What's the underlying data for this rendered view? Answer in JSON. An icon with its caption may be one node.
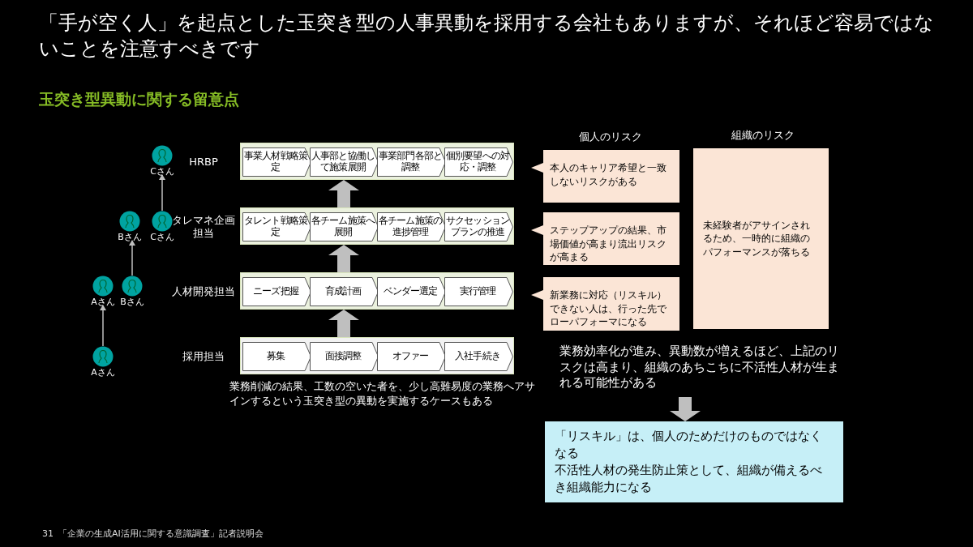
{
  "diagram": {
    "title": "「手が空く人」を起点とした玉突き型の人事異動を採用する会社もありますが、それほど容易ではないことを注意すべきです",
    "nodes": [
      {
        "text": [
          "Cさん"
        ]
      },
      {
        "text": [
          "Bさん"
        ]
      },
      {
        "text": [
          "Cさん"
        ]
      },
      {
        "text": [
          "Aさん"
        ]
      },
      {
        "text": [
          "Bさん"
        ]
      },
      {
        "text": [
          "Aさん"
        ]
      },
      {
        "text": [
          "HRBP"
        ]
      },
      {
        "text": [
          "事業人材戦略策定"
        ],
        "in": 6
      },
      {
        "text": [
          "人事部と協働して施策展開"
        ],
        "in": 6
      },
      {
        "text": [
          "事業部門各部と調整"
        ],
        "in": 6
      },
      {
        "text": [
          "個別要望への対応・調整"
        ],
        "in": 6
      },
      {
        "text": [
          "タレマネ企画担当"
        ]
      },
      {
        "text": [
          "タレント戦略策定"
        ],
        "in": 11
      },
      {
        "text": [
          "各チーム施策へ展開"
        ],
        "in": 11
      },
      {
        "text": [
          "各チーム施策の進捗管理"
        ],
        "in": 11
      },
      {
        "text": [
          "サクセッションプランの推進"
        ],
        "in": 11
      },
      {
        "text": [
          "人材開発担当"
        ]
      },
      {
        "text": [
          "ニーズ把握"
        ],
        "in": 16
      },
      {
        "text": [
          "育成計画"
        ],
        "in": 16
      },
      {
        "text": [
          "ベンダー選定"
        ],
        "in": 16
      },
      {
        "text": [
          "実行管理"
        ],
        "in": 16
      },
      {
        "text": [
          "採用担当"
        ]
      },
      {
        "text": [
          "募集"
        ],
        "in": 21
      },
      {
        "text": [
          "面接調整"
        ],
        "in": 21
      },
      {
        "text": [
          "オファー"
        ],
        "in": 21
      },
      {
        "text": [
          "入社手続き"
        ],
        "in": 21
      },
      {
        "text": [
          "本人のキャリア希望と一致しないリスクがある"
        ]
      },
      {
        "text": [
          "ステップアップの結果、市場価値が高まり流出リスクが高まる"
        ]
      },
      {
        "text": [
          "新業務に対応（リスキル）できない人は、行った先でローパフォーマになる"
        ]
      },
      {
        "text": [
          "未経験者がアサインされるため、一時的に組織のパフォーマンスが落ちる"
        ]
      },
      {
        "text": [
          "業務効率化が進み、異動数が増えるほど、上記のリスクは高まり、組織のあちこちに不活性人材が生まれる可能性がある"
        ]
      },
      {
        "text": [
          "「リスキル」は、個人のためだけのものではなくなる",
          "不活性人材の発生防止策として、組織が備えるべき組織能力になる"
        ]
      }
    ],
    "edges": [
      {
        "from": 5,
        "to": 3,
        "arrow": "to"
      },
      {
        "from": 4,
        "to": 1,
        "arrow": "to"
      },
      {
        "from": 2,
        "to": 0,
        "arrow": "to"
      },
      {
        "from": 21,
        "to": 16,
        "arrow": "to"
      },
      {
        "from": 16,
        "to": 11,
        "arrow": "to"
      },
      {
        "from": 11,
        "to": 6,
        "arrow": "to"
      },
      {
        "from": 30,
        "to": 31,
        "arrow": "to"
      }
    ],
    "labels": [
      "玉突き型異動に関する留意点",
      "個人のリスク",
      "組織のリスク",
      "業務削減の結果、工数の空いた者を、少し高難易度の業務へアサインするという玉突き型の異動を実施するケースもある",
      "31",
      "「企業の生成AI活用に関する意識調査」記者説明会"
    ]
  }
}
